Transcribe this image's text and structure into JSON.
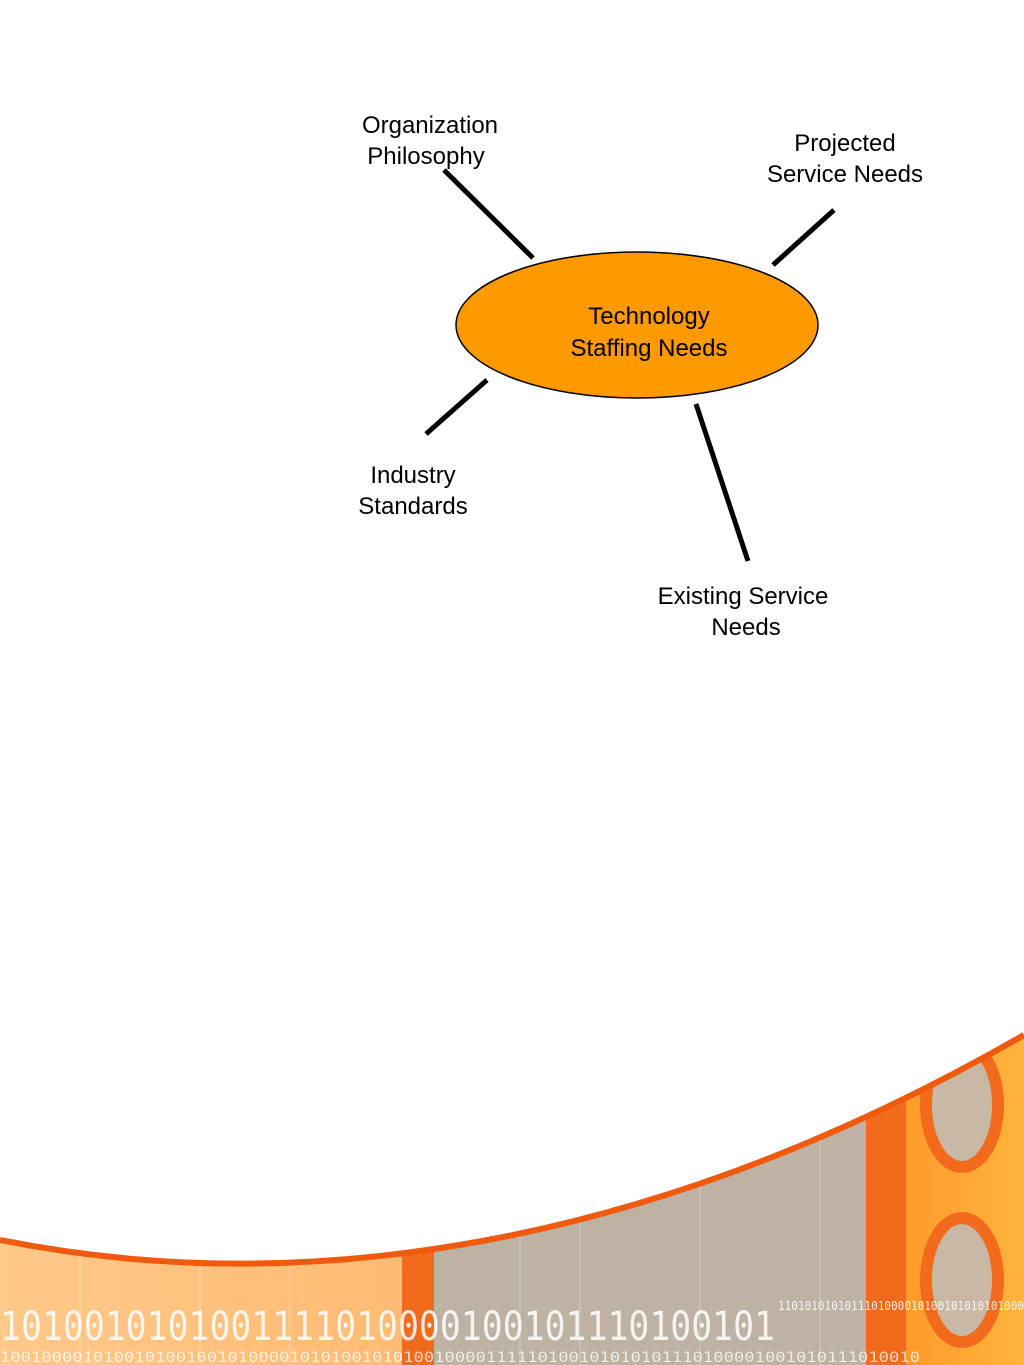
{
  "diagram": {
    "center": {
      "line1": "Technology",
      "line2": "Staffing Needs",
      "fill": "#FF9900",
      "stroke": "#000000"
    },
    "nodes": [
      {
        "id": "organization-philosophy",
        "line1": "Organization",
        "line2": "Philosophy"
      },
      {
        "id": "projected-service-needs",
        "line1": "Projected",
        "line2": "Service Needs"
      },
      {
        "id": "industry-standards",
        "line1": "Industry",
        "line2": "Standards"
      },
      {
        "id": "existing-service-needs",
        "line1": "Existing Service",
        "line2": "Needs"
      }
    ],
    "connector_color": "#000000"
  },
  "decoration": {
    "binary_row_1": "1010010101001111010000100101110100101",
    "binary_row_1_small": "1101010101011101000010100101010101000",
    "binary_row_2": "10010000101001010010010100001010100101010010000111110100101010101110100001001010111010010",
    "colors": {
      "orange_light": "#FFB347",
      "orange": "#FF8C1A",
      "orange_dark": "#F05A0F",
      "gray": "#B9AFA0"
    }
  }
}
